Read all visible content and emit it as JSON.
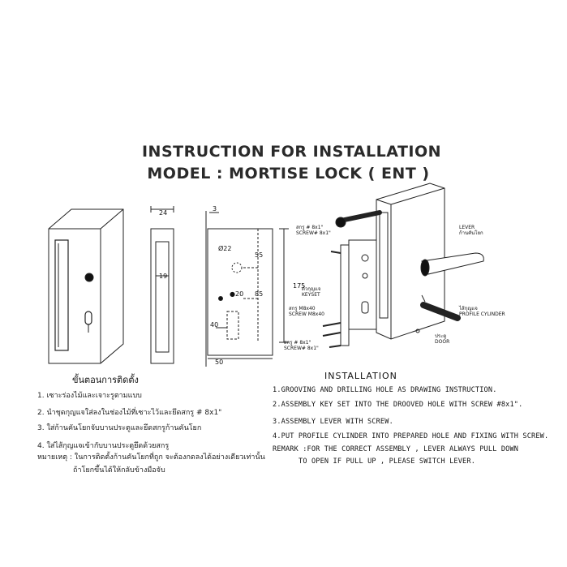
{
  "title": {
    "line1": "INSTRUCTION FOR INSTALLATION",
    "line2": "MODEL : MORTISE LOCK ( ENT )"
  },
  "dimensions": {
    "d24": "24",
    "d19": "19",
    "d3": "3",
    "d22": "Ø22",
    "d55": "55",
    "d85": "85",
    "d175": "175",
    "d20": "●20",
    "d40": "40",
    "d50": "50"
  },
  "parts": {
    "screw_top_th": "สกรู # 8x1\"",
    "screw_top_en": "SCREW# 8x1\"",
    "keyset_th": "ตัวกุญแจ",
    "keyset_en": "KEYSET",
    "screw_m8_th": "สกรู M8x40",
    "screw_m8_en": "SCREW M8x40",
    "screw_bottom_th": "สกรู # 8x1\"",
    "screw_bottom_en": "SCREW# 8x1\"",
    "lever_en": "LEVER",
    "lever_th": "ก้านคันโยก",
    "cylinder_th": "ไส้กุญแจ",
    "cylinder_en": "PROFILE CYLINDER",
    "door_th": "ประตู",
    "door_en": "DOOR"
  },
  "thai_steps": {
    "heading": "ขั้นตอนการติดตั้ง",
    "items": [
      "1. เซาะร่องไม้และเจาะรูตามแบบ",
      "2. นำชุดกุญแจใส่ลงในช่องไม้ที่เซาะไว้และยึดสกรู # 8x1\"",
      "3. ใส่ก้านคันโยกจับบานประตูและยึดสกรูก้านคันโยก",
      "4. ใส่ไส้กุญแจเข้ากับบานประตูยึดด้วยสกรู"
    ],
    "note_line1": "หมายเหตุ : ในการติดตั้งก้านคันโยกที่ถูก จะต้องกดลงได้อย่างเดียวเท่านั้น",
    "note_line2": "ถ้าโยกขึ้นได้ให้กลับข้างมือจับ"
  },
  "installation": {
    "heading": "INSTALLATION",
    "items": [
      "1.GROOVING AND DRILLING HOLE AS DRAWING INSTRUCTION.",
      "2.ASSEMBLY KEY SET INTO THE DROOVED HOLE WITH SCREW #8x1\".",
      "3.ASSEMBLY LEVER WITH SCREW.",
      "4.PUT PROFILE CYLINDER INTO PREPARED HOLE AND FIXING WITH SCREW."
    ],
    "remark_line1": "REMARK :FOR THE CORRECT ASSEMBLY , LEVER ALWAYS PULL DOWN",
    "remark_line2": "TO OPEN IF PULL UP , PLEASE SWITCH LEVER."
  }
}
